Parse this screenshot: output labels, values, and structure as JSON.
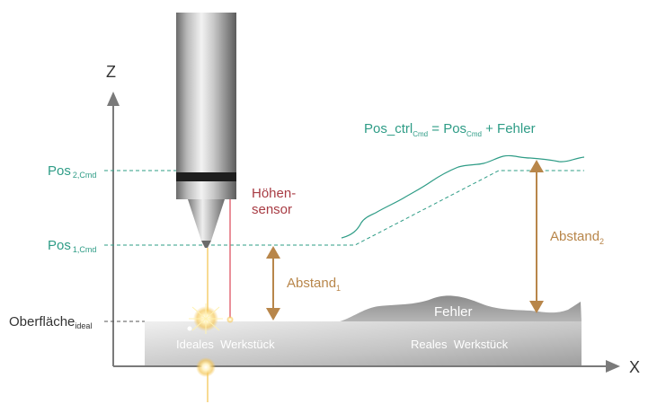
{
  "axes": {
    "z_label": "Z",
    "x_label": "X"
  },
  "labels": {
    "pos2": {
      "main": "Pos",
      "sub": "2,Cmd"
    },
    "pos1": {
      "main": "Pos",
      "sub": "1,Cmd"
    },
    "surface": {
      "main": "Oberfläche",
      "sub": "ideal"
    },
    "height_sensor_line1": "Höhen-",
    "height_sensor_line2": "sensor",
    "distance1": {
      "main": "Abstand",
      "sub": "1"
    },
    "distance2": {
      "main": "Abstand",
      "sub": "2"
    },
    "error": "Fehler",
    "ideal_workpiece": "Ideales  Werkstück",
    "real_workpiece": "Reales  Werkstück"
  },
  "formula": {
    "lhs": "Pos_ctrl",
    "lhs_sub": "Cmd",
    "eq": " = ",
    "rhs1": "Pos",
    "rhs1_sub": "Cmd",
    "plus": " + ",
    "rhs2": "Fehler"
  },
  "colors": {
    "teal": "#2e9c86",
    "brown": "#b8864a",
    "sensor_red": "#a83c44",
    "sensor_laser": "#e0606e",
    "axis": "#7a7a7a",
    "workpiece_light": "#e6e6e6",
    "workpiece_dark": "#a9a9a9",
    "laser_yellow": "#f2c04a"
  }
}
